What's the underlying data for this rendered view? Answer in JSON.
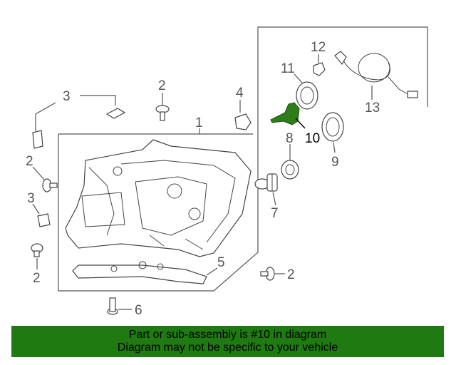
{
  "diagram": {
    "callouts": [
      {
        "id": "c1",
        "text": "1"
      },
      {
        "id": "c2a",
        "text": "2"
      },
      {
        "id": "c2b",
        "text": "2"
      },
      {
        "id": "c2c",
        "text": "2"
      },
      {
        "id": "c2d",
        "text": "2"
      },
      {
        "id": "c3a",
        "text": "3"
      },
      {
        "id": "c3b",
        "text": "3"
      },
      {
        "id": "c4",
        "text": "4"
      },
      {
        "id": "c5",
        "text": "5"
      },
      {
        "id": "c6",
        "text": "6"
      },
      {
        "id": "c7",
        "text": "7"
      },
      {
        "id": "c8",
        "text": "8"
      },
      {
        "id": "c9",
        "text": "9"
      },
      {
        "id": "c10",
        "text": "10"
      },
      {
        "id": "c11",
        "text": "11"
      },
      {
        "id": "c12",
        "text": "12"
      },
      {
        "id": "c13",
        "text": "13"
      }
    ],
    "highlight_color": "#2e7d1a"
  },
  "banner": {
    "line1": "Part or sub-assembly is #10 in diagram",
    "line2": "Diagram may not be specific to your vehicle",
    "color": "#1f7a12"
  }
}
